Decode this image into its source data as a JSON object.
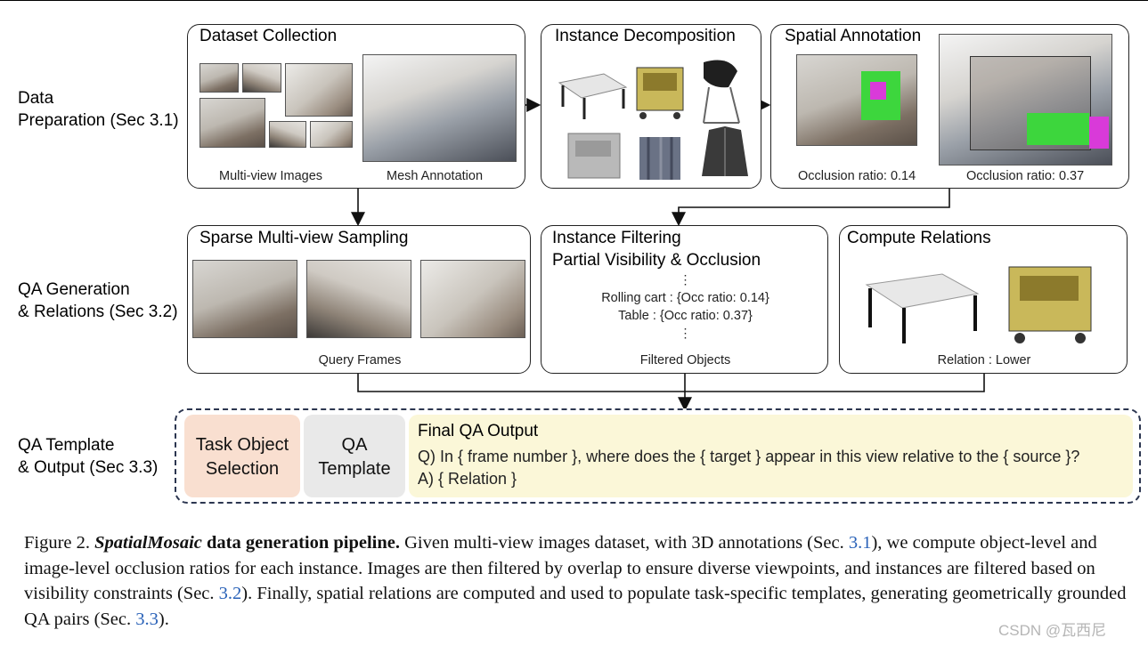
{
  "stages": {
    "data_prep": "Data\nPreparation (Sec 3.1)",
    "qa_gen": "QA Generation\n& Relations (Sec 3.2)",
    "qa_template": "QA Template\n& Output (Sec 3.3)"
  },
  "panels": {
    "dataset_collection": {
      "title": "Dataset Collection",
      "cap1": "Multi-view Images",
      "cap2": "Mesh Annotation"
    },
    "instance_decomposition": {
      "title": "Instance Decomposition"
    },
    "spatial_annotation": {
      "title": "Spatial Annotation",
      "cap1": "Occlusion ratio: 0.14",
      "cap2": "Occlusion ratio: 0.37"
    },
    "sparse_sampling": {
      "title": "Sparse Multi-view Sampling",
      "cap": "Query Frames"
    },
    "instance_filtering": {
      "title_line1": "Instance Filtering",
      "title_line2": "Partial Visibility & Occlusion",
      "row1": "Rolling cart : {Occ ratio: 0.14}",
      "row2": "Table : {Occ ratio: 0.37}",
      "dots": "⋮",
      "cap": "Filtered Objects"
    },
    "compute_relations": {
      "title": "Compute Relations",
      "cap": "Relation : Lower"
    }
  },
  "final": {
    "task_object": "Task Object\nSelection",
    "qa_template": "QA\nTemplate",
    "output_title": "Final QA Output",
    "question": "Q) In { frame number }, where does the { target } appear in this view relative to the { source }?",
    "answer": "A) { Relation }"
  },
  "caption": {
    "fig": "Figure 2.",
    "name": "SpatialMosaic",
    "bold_rest": "data generation pipeline.",
    "t1": "Given multi-view images dataset, with 3D annotations (Sec.",
    "r1": "3.1",
    "t2": "), we compute object-level and image-level occlusion ratios for each instance. Images are then filtered by overlap to ensure diverse viewpoints, and instances are filtered based on visibility constraints (Sec.",
    "r2": "3.2",
    "t3": "). Finally, spatial relations are computed and used to populate task-specific templates, generating geometrically grounded QA pairs (Sec.",
    "r3": "3.3",
    "t4": ")."
  },
  "watermark": "CSDN @瓦西尼",
  "colors": {
    "task_block": "#f9dfd0",
    "template_block": "#e9e9e9",
    "output_block": "#fbf7d8",
    "dashed_border": "#2c3650",
    "ref_link": "#2a62b8",
    "mask_green": "#3dd63d",
    "mask_magenta": "#d93ad9"
  }
}
